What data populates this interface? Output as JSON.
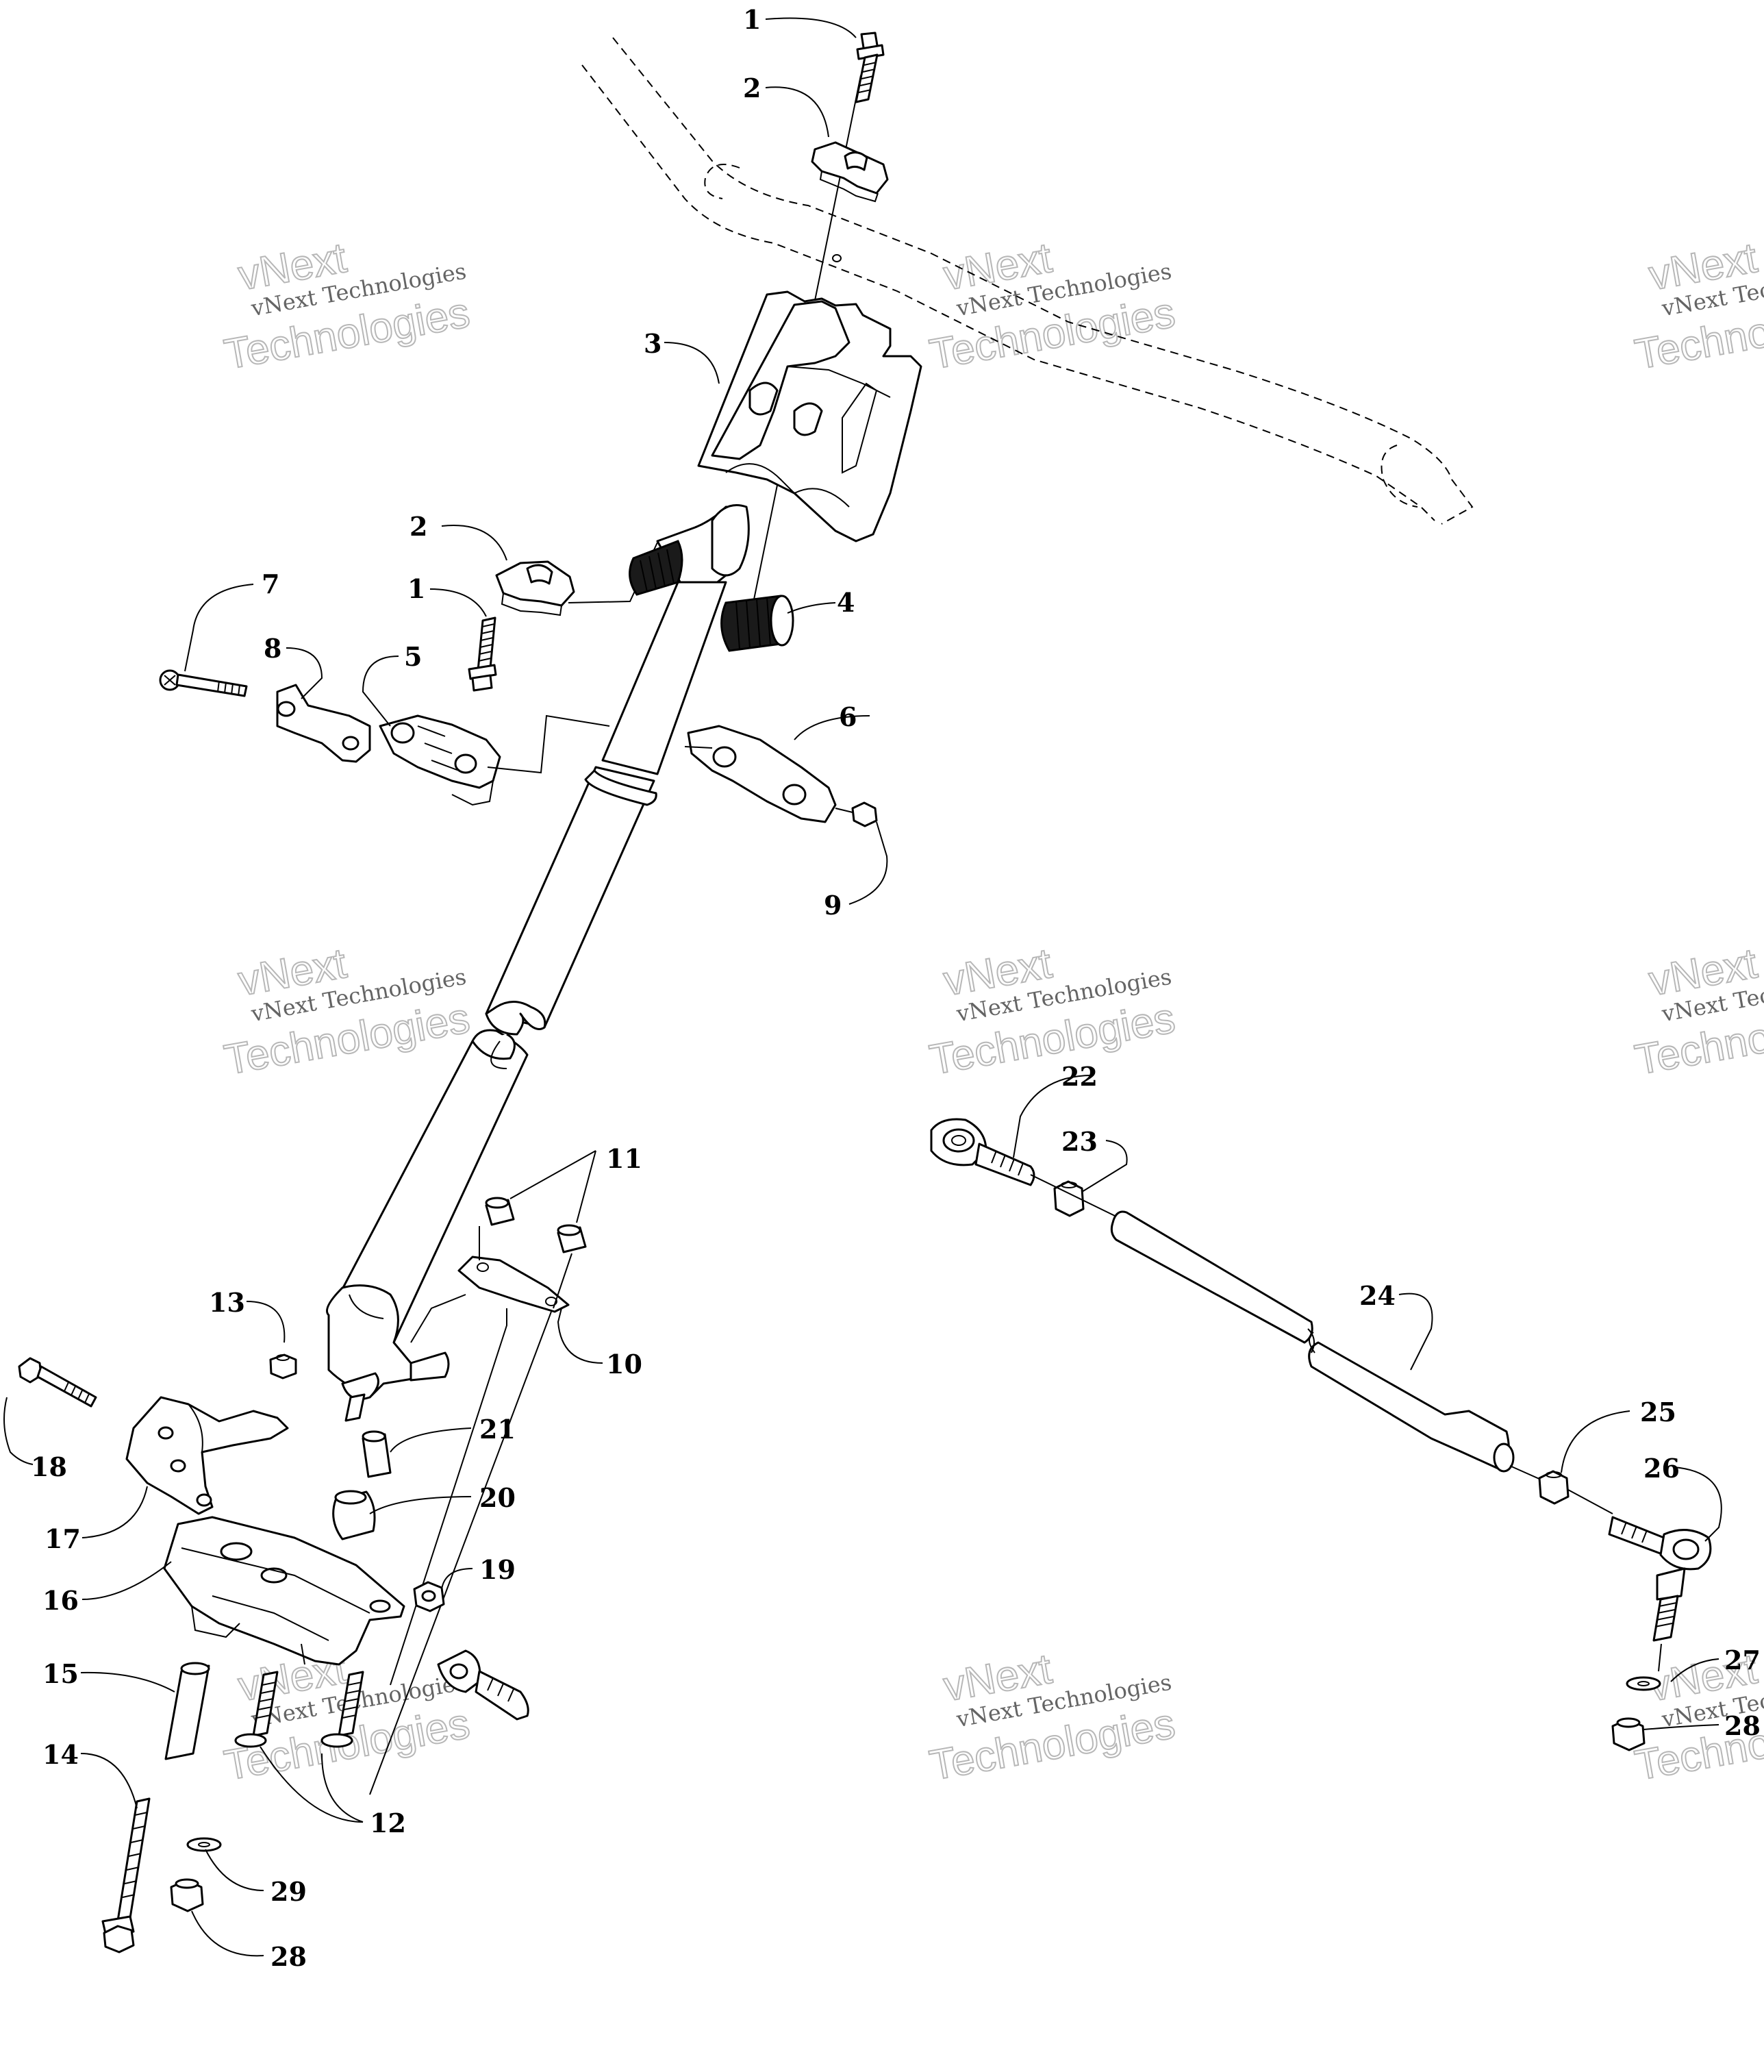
{
  "diagram": {
    "callouts": [
      {
        "id": "c1a",
        "label": "1"
      },
      {
        "id": "c2a",
        "label": "2"
      },
      {
        "id": "c3",
        "label": "3"
      },
      {
        "id": "c2b",
        "label": "2"
      },
      {
        "id": "c1b",
        "label": "1"
      },
      {
        "id": "c4",
        "label": "4"
      },
      {
        "id": "c7",
        "label": "7"
      },
      {
        "id": "c8",
        "label": "8"
      },
      {
        "id": "c5",
        "label": "5"
      },
      {
        "id": "c6",
        "label": "6"
      },
      {
        "id": "c9",
        "label": "9"
      },
      {
        "id": "c11",
        "label": "11"
      },
      {
        "id": "c10",
        "label": "10"
      },
      {
        "id": "c13",
        "label": "13"
      },
      {
        "id": "c18",
        "label": "18"
      },
      {
        "id": "c17",
        "label": "17"
      },
      {
        "id": "c21",
        "label": "21"
      },
      {
        "id": "c20",
        "label": "20"
      },
      {
        "id": "c19",
        "label": "19"
      },
      {
        "id": "c16",
        "label": "16"
      },
      {
        "id": "c15",
        "label": "15"
      },
      {
        "id": "c14",
        "label": "14"
      },
      {
        "id": "c12",
        "label": "12"
      },
      {
        "id": "c29",
        "label": "29"
      },
      {
        "id": "c28a",
        "label": "28"
      },
      {
        "id": "c22",
        "label": "22"
      },
      {
        "id": "c23",
        "label": "23"
      },
      {
        "id": "c24",
        "label": "24"
      },
      {
        "id": "c25",
        "label": "25"
      },
      {
        "id": "c26",
        "label": "26"
      },
      {
        "id": "c27",
        "label": "27"
      },
      {
        "id": "c28b",
        "label": "28"
      }
    ],
    "watermark": {
      "line1": "vNext Technologies",
      "line2": "Technologies",
      "line3": "vNext"
    }
  }
}
